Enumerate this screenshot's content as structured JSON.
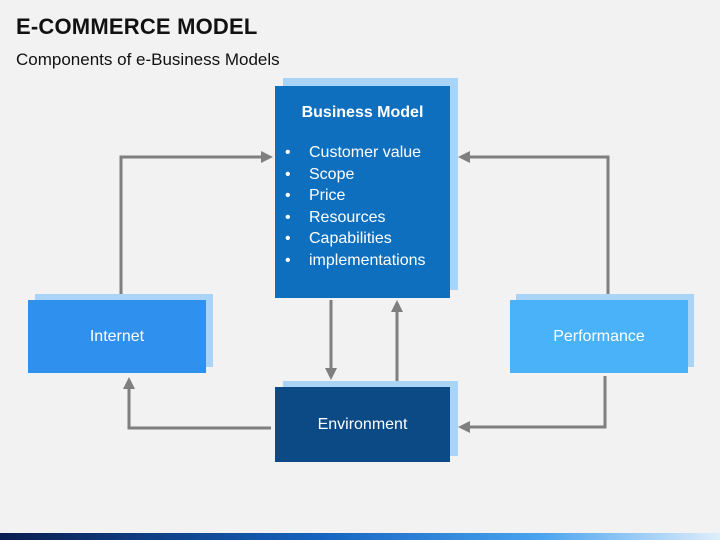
{
  "slide": {
    "title": "E-COMMERCE MODEL",
    "subtitle": "Components of e-Business Models"
  },
  "business_model": {
    "title": "Business Model",
    "bullet": "•",
    "items": [
      "Customer value",
      "Scope",
      "Price",
      "Resources",
      "Capabilities",
      "implementations"
    ]
  },
  "nodes": {
    "internet": "Internet",
    "performance": "Performance",
    "environment": "Environment"
  },
  "colors": {
    "business_model": "#0f6fbf",
    "internet": "#2f90ee",
    "performance": "#49b2f8",
    "environment": "#0c4a86",
    "shadow": "#a9d3f7",
    "connector": "#7f7f7f"
  }
}
